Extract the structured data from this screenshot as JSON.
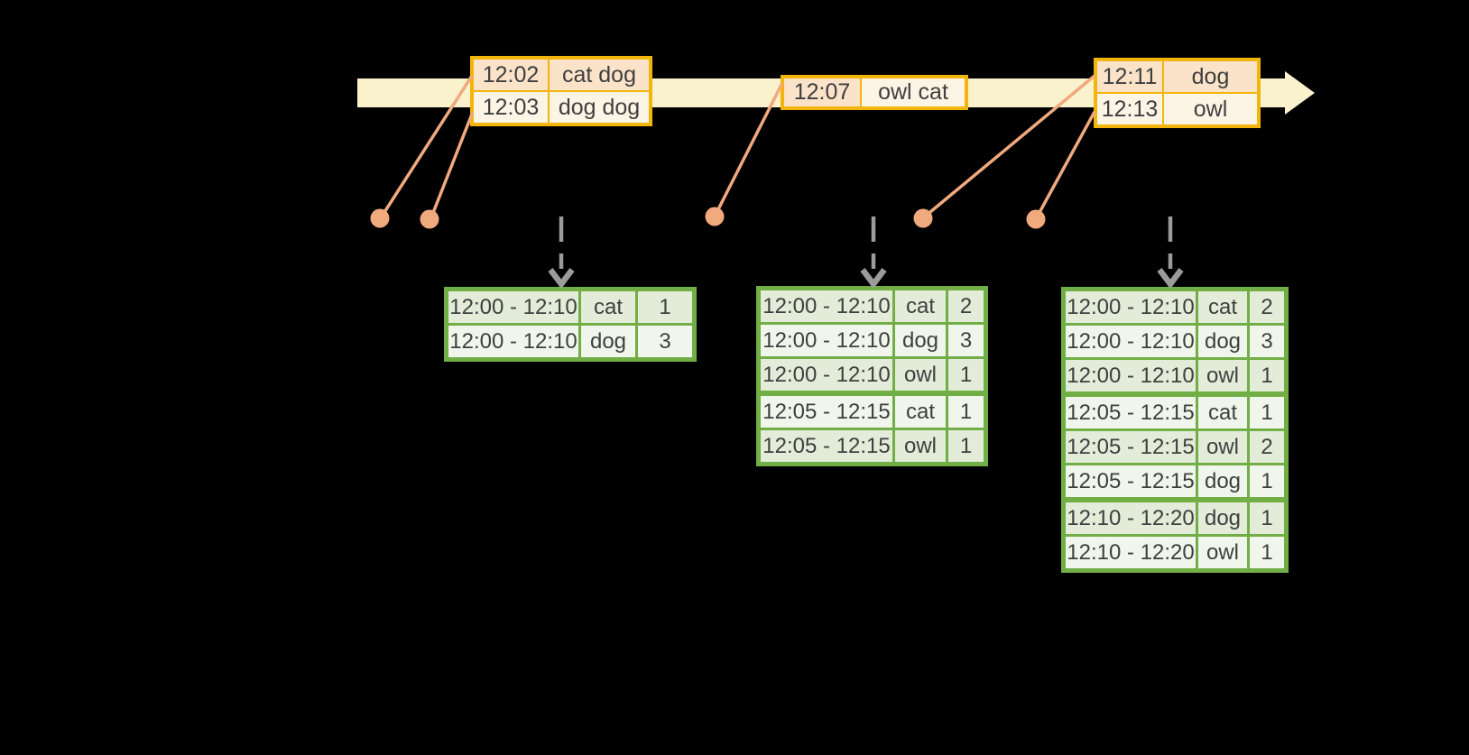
{
  "diagram": {
    "event_batches": [
      {
        "rows": [
          {
            "time": "12:02",
            "words": "cat dog"
          },
          {
            "time": "12:03",
            "words": "dog dog"
          }
        ]
      },
      {
        "rows": [
          {
            "time": "12:07",
            "words": "owl cat"
          }
        ]
      },
      {
        "rows": [
          {
            "time": "12:11",
            "words": "dog"
          },
          {
            "time": "12:13",
            "words": "owl"
          }
        ]
      }
    ],
    "result_tables": [
      {
        "rows": [
          {
            "window": "12:00 - 12:10",
            "word": "cat",
            "count": "1"
          },
          {
            "window": "12:00 - 12:10",
            "word": "dog",
            "count": "3"
          }
        ]
      },
      {
        "rows": [
          {
            "window": "12:00 - 12:10",
            "word": "cat",
            "count": "2"
          },
          {
            "window": "12:00 - 12:10",
            "word": "dog",
            "count": "3"
          },
          {
            "window": "12:00 - 12:10",
            "word": "owl",
            "count": "1"
          },
          {
            "window": "12:05 - 12:15",
            "word": "cat",
            "count": "1"
          },
          {
            "window": "12:05 - 12:15",
            "word": "owl",
            "count": "1"
          }
        ]
      },
      {
        "rows": [
          {
            "window": "12:00 - 12:10",
            "word": "cat",
            "count": "2"
          },
          {
            "window": "12:00 - 12:10",
            "word": "dog",
            "count": "3"
          },
          {
            "window": "12:00 - 12:10",
            "word": "owl",
            "count": "1"
          },
          {
            "window": "12:05 - 12:15",
            "word": "cat",
            "count": "1"
          },
          {
            "window": "12:05 - 12:15",
            "word": "owl",
            "count": "2"
          },
          {
            "window": "12:05 - 12:15",
            "word": "dog",
            "count": "1"
          },
          {
            "window": "12:10 - 12:20",
            "word": "dog",
            "count": "1"
          },
          {
            "window": "12:10 - 12:20",
            "word": "owl",
            "count": "1"
          }
        ]
      }
    ],
    "colors": {
      "background": "#000000",
      "timeline_band": "#FAF1CD",
      "event_border": "#F2B50B",
      "event_row_peach": "#FAE3C8",
      "event_row_cream": "#FCF4E4",
      "connector": "#F1A97E",
      "trigger_arrow": "#9B9B9B",
      "result_border": "#72AE46",
      "result_row_dark": "#E2ECD8",
      "result_row_light": "#F1F6EC",
      "text": "#3F3F3F"
    }
  }
}
